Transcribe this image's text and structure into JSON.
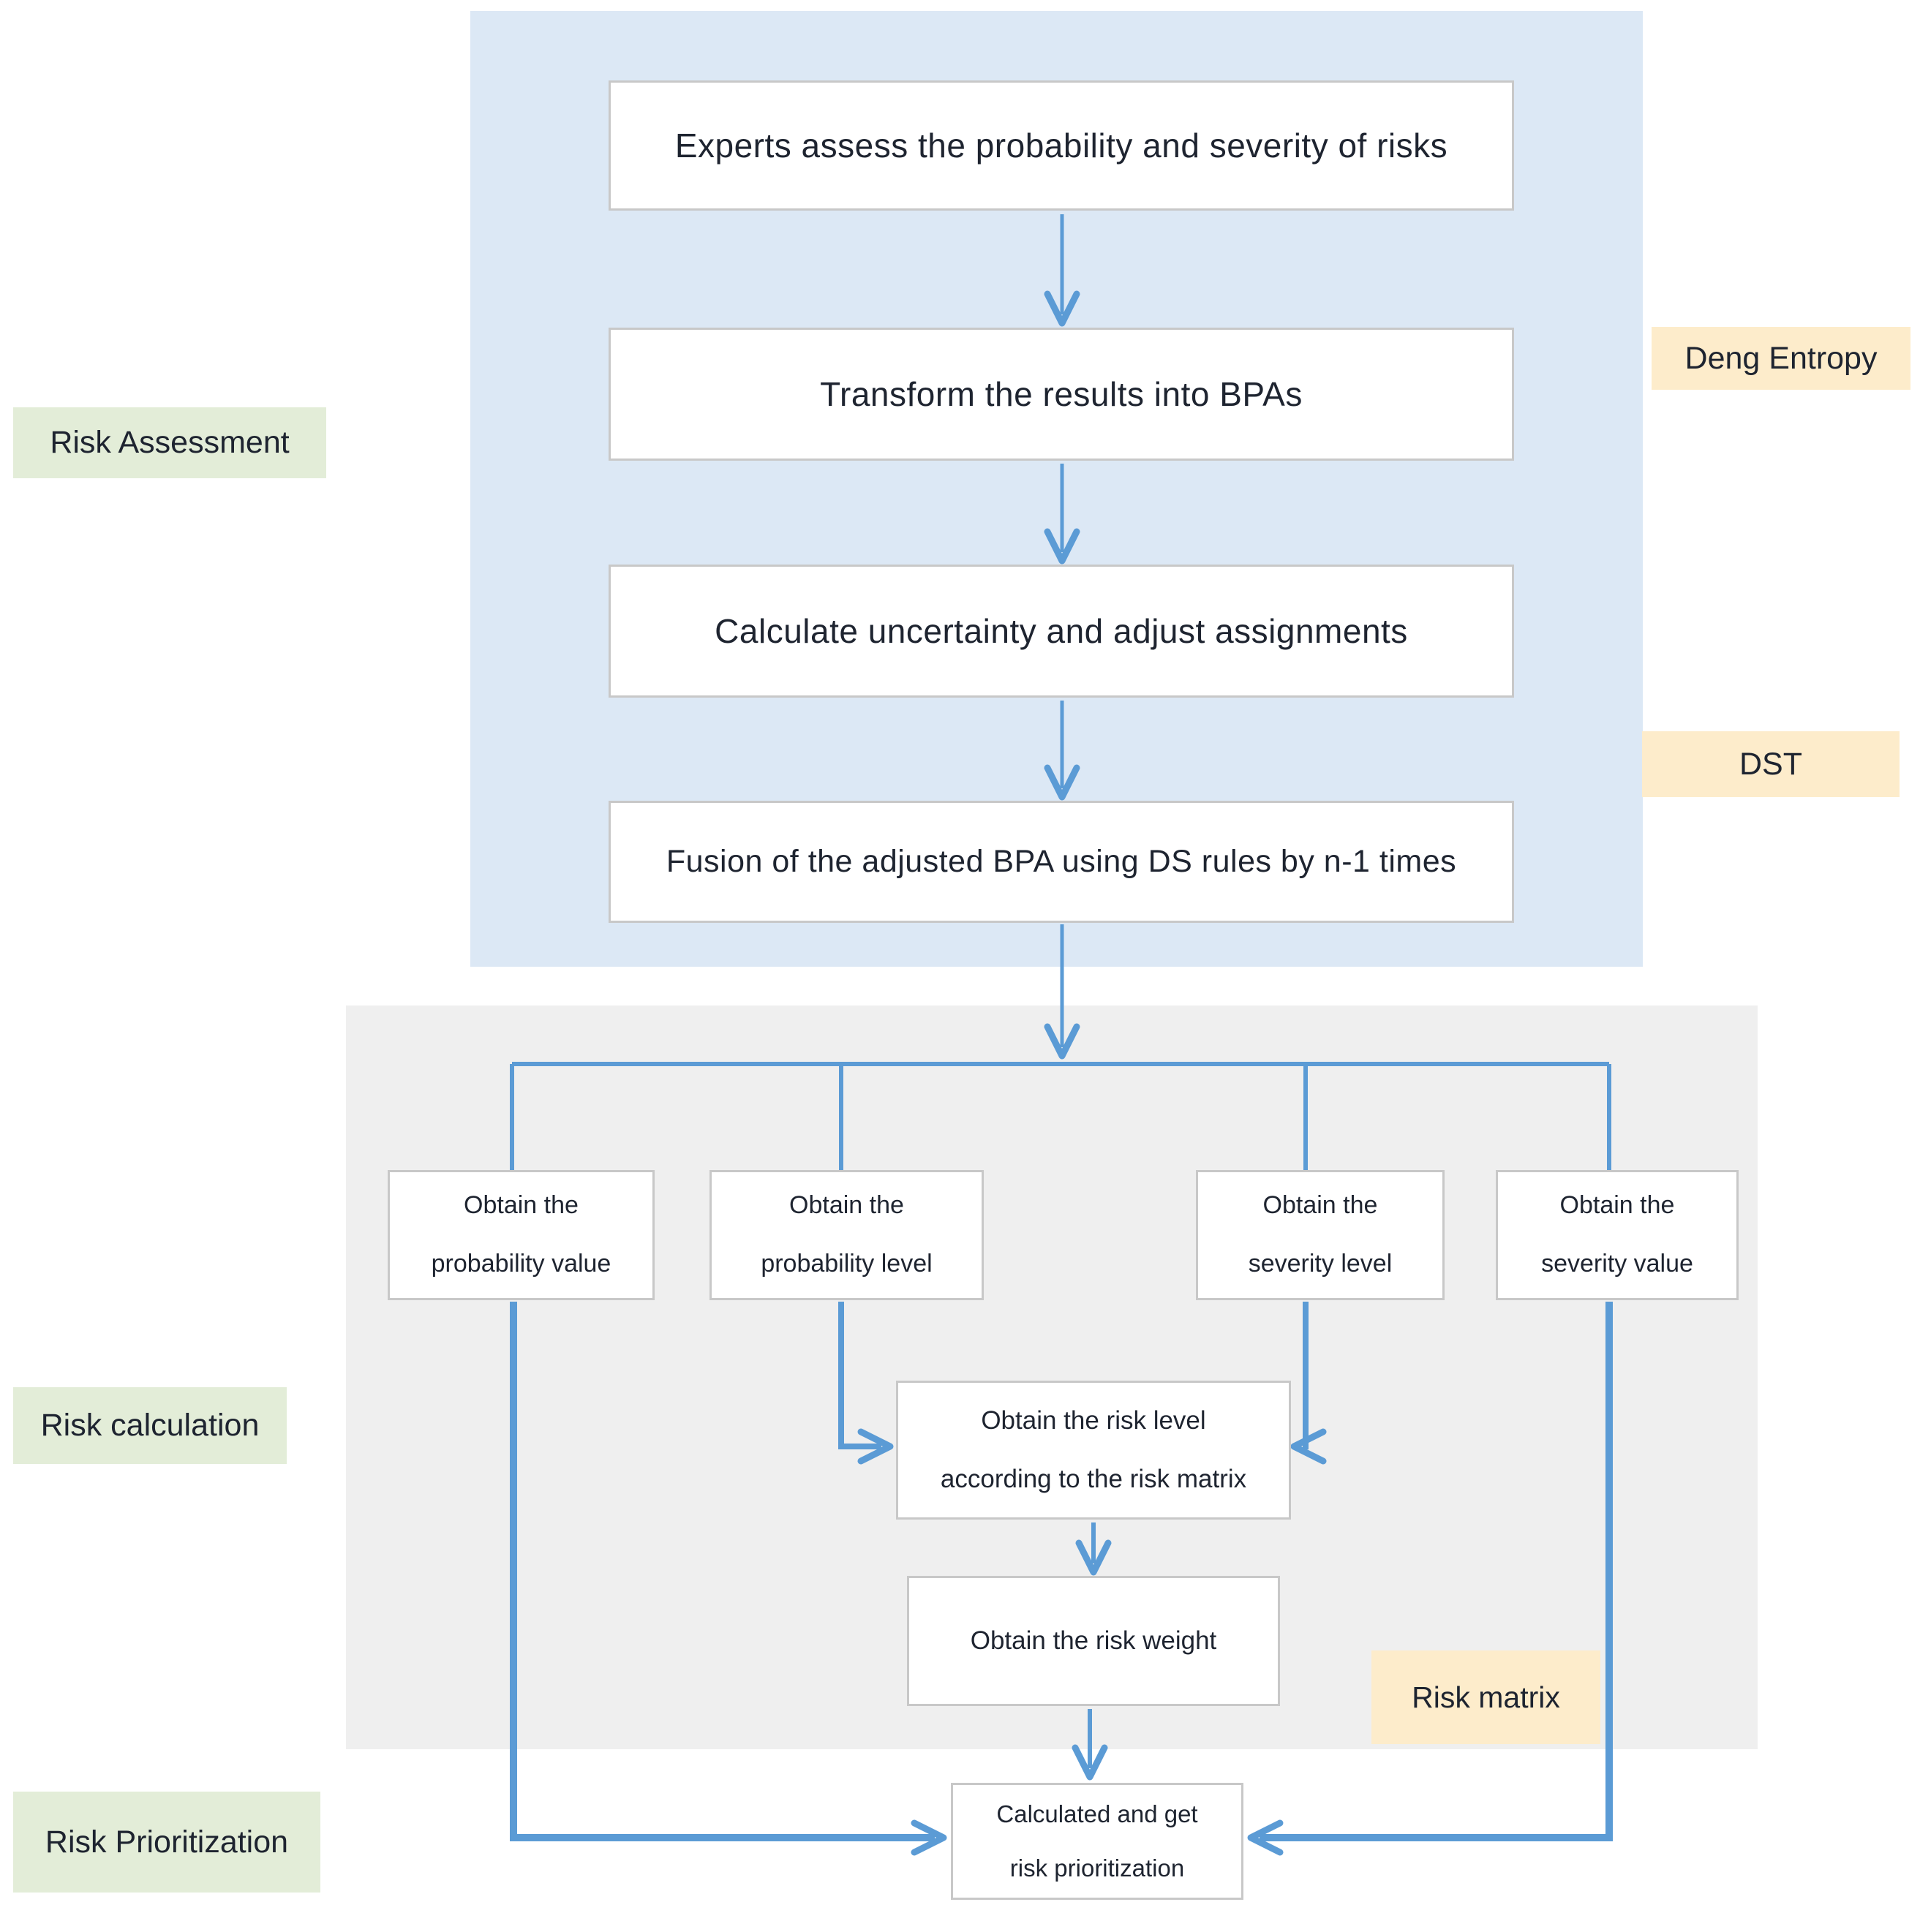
{
  "colors": {
    "panel_blue": "#dce8f5",
    "panel_gray": "#efefef",
    "arrow_blue": "#5b9bd5",
    "stage_label_green": "#e3edd8",
    "method_label_yellow": "#fdeccb",
    "box_border_gray": "#c8c8c8",
    "text_dark": "#1e2430"
  },
  "assessment": {
    "stage_label": "Risk Assessment",
    "steps": [
      {
        "text": "Experts assess the probability and severity of risks"
      },
      {
        "text": "Transform the results into BPAs"
      },
      {
        "text": "Calculate uncertainty and adjust assignments"
      },
      {
        "text": "Fusion of the adjusted BPA using DS rules by n-1 times"
      }
    ],
    "method_labels": {
      "deng_entropy": "Deng Entropy",
      "dst": "DST"
    }
  },
  "calculation": {
    "stage_label": "Risk calculation",
    "method_label": "Risk matrix",
    "branches": [
      {
        "line1": "Obtain the",
        "line2": "probability value"
      },
      {
        "line1": "Obtain the",
        "line2": "probability level"
      },
      {
        "line1": "Obtain the",
        "line2": "severity level"
      },
      {
        "line1": "Obtain the",
        "line2": "severity value"
      }
    ],
    "risk_level": {
      "line1": "Obtain the risk level",
      "line2": "according to the risk matrix"
    },
    "risk_weight": {
      "text": "Obtain the risk weight"
    }
  },
  "prioritization": {
    "stage_label": "Risk Prioritization",
    "final": {
      "line1": "Calculated and get",
      "line2": "risk prioritization"
    }
  }
}
